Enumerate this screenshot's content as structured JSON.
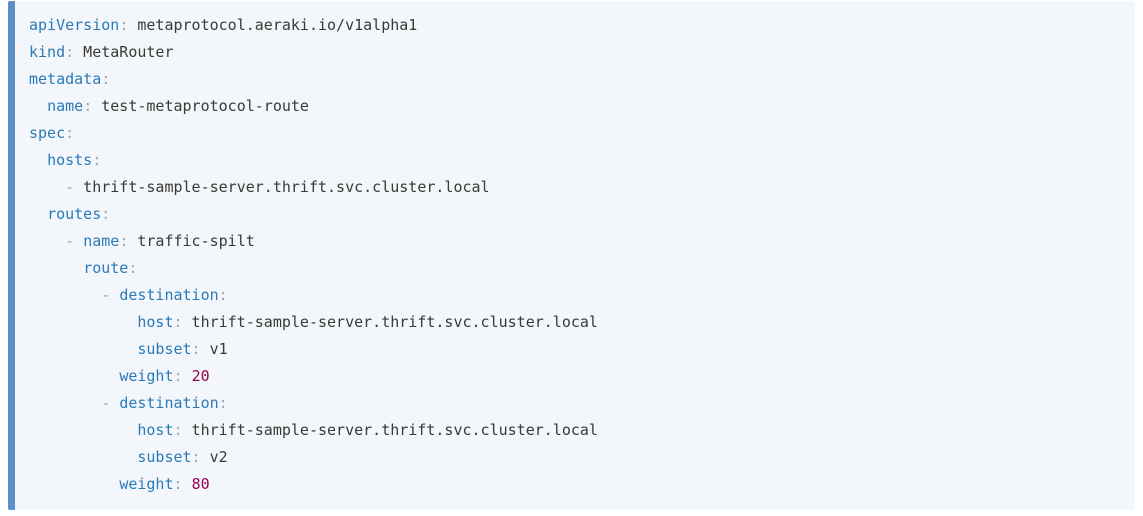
{
  "code_block": {
    "language": "yaml",
    "colors": {
      "background": "#f3f7fb",
      "accent_bar": "#5e8fc9",
      "key": "#2a7ab9",
      "plain": "#393a34",
      "punctuation": "#94a6b8",
      "number": "#990055"
    },
    "lines": [
      [
        {
          "t": "key",
          "s": "apiVersion"
        },
        {
          "t": "punct",
          "s": ":"
        },
        {
          "t": "plain",
          "s": " metaprotocol.aeraki.io/v1alpha1"
        }
      ],
      [
        {
          "t": "key",
          "s": "kind"
        },
        {
          "t": "punct",
          "s": ":"
        },
        {
          "t": "plain",
          "s": " MetaRouter"
        }
      ],
      [
        {
          "t": "key",
          "s": "metadata"
        },
        {
          "t": "punct",
          "s": ":"
        }
      ],
      [
        {
          "t": "plain",
          "s": "  "
        },
        {
          "t": "key",
          "s": "name"
        },
        {
          "t": "punct",
          "s": ":"
        },
        {
          "t": "plain",
          "s": " test-metaprotocol-route"
        }
      ],
      [
        {
          "t": "key",
          "s": "spec"
        },
        {
          "t": "punct",
          "s": ":"
        }
      ],
      [
        {
          "t": "plain",
          "s": "  "
        },
        {
          "t": "key",
          "s": "hosts"
        },
        {
          "t": "punct",
          "s": ":"
        }
      ],
      [
        {
          "t": "plain",
          "s": "    "
        },
        {
          "t": "punct",
          "s": "-"
        },
        {
          "t": "plain",
          "s": " thrift-sample-server.thrift.svc.cluster.local"
        }
      ],
      [
        {
          "t": "plain",
          "s": "  "
        },
        {
          "t": "key",
          "s": "routes"
        },
        {
          "t": "punct",
          "s": ":"
        }
      ],
      [
        {
          "t": "plain",
          "s": "    "
        },
        {
          "t": "punct",
          "s": "-"
        },
        {
          "t": "plain",
          "s": " "
        },
        {
          "t": "key",
          "s": "name"
        },
        {
          "t": "punct",
          "s": ":"
        },
        {
          "t": "plain",
          "s": " traffic-spilt"
        }
      ],
      [
        {
          "t": "plain",
          "s": "      "
        },
        {
          "t": "key",
          "s": "route"
        },
        {
          "t": "punct",
          "s": ":"
        }
      ],
      [
        {
          "t": "plain",
          "s": "        "
        },
        {
          "t": "punct",
          "s": "-"
        },
        {
          "t": "plain",
          "s": " "
        },
        {
          "t": "key",
          "s": "destination"
        },
        {
          "t": "punct",
          "s": ":"
        }
      ],
      [
        {
          "t": "plain",
          "s": "            "
        },
        {
          "t": "key",
          "s": "host"
        },
        {
          "t": "punct",
          "s": ":"
        },
        {
          "t": "plain",
          "s": " thrift-sample-server.thrift.svc.cluster.local"
        }
      ],
      [
        {
          "t": "plain",
          "s": "            "
        },
        {
          "t": "key",
          "s": "subset"
        },
        {
          "t": "punct",
          "s": ":"
        },
        {
          "t": "plain",
          "s": " v1"
        }
      ],
      [
        {
          "t": "plain",
          "s": "          "
        },
        {
          "t": "key",
          "s": "weight"
        },
        {
          "t": "punct",
          "s": ":"
        },
        {
          "t": "plain",
          "s": " "
        },
        {
          "t": "number",
          "s": "20"
        }
      ],
      [
        {
          "t": "plain",
          "s": "        "
        },
        {
          "t": "punct",
          "s": "-"
        },
        {
          "t": "plain",
          "s": " "
        },
        {
          "t": "key",
          "s": "destination"
        },
        {
          "t": "punct",
          "s": ":"
        }
      ],
      [
        {
          "t": "plain",
          "s": "            "
        },
        {
          "t": "key",
          "s": "host"
        },
        {
          "t": "punct",
          "s": ":"
        },
        {
          "t": "plain",
          "s": " thrift-sample-server.thrift.svc.cluster.local"
        }
      ],
      [
        {
          "t": "plain",
          "s": "            "
        },
        {
          "t": "key",
          "s": "subset"
        },
        {
          "t": "punct",
          "s": ":"
        },
        {
          "t": "plain",
          "s": " v2"
        }
      ],
      [
        {
          "t": "plain",
          "s": "          "
        },
        {
          "t": "key",
          "s": "weight"
        },
        {
          "t": "punct",
          "s": ":"
        },
        {
          "t": "plain",
          "s": " "
        },
        {
          "t": "number",
          "s": "80"
        }
      ]
    ]
  }
}
